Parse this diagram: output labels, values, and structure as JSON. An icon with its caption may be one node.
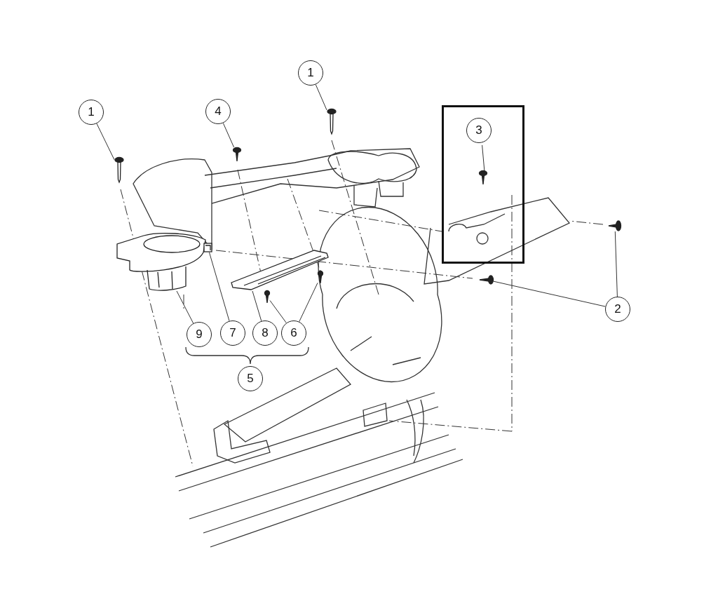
{
  "diagram": {
    "nodes": [
      {
        "text": [
          "1"
        ]
      },
      {
        "text": [
          "1"
        ]
      },
      {
        "text": [
          "4"
        ]
      },
      {
        "text": [],
        "shape": "box"
      },
      {
        "text": [
          "3"
        ],
        "in": 3
      },
      {
        "text": [
          "2"
        ]
      },
      {
        "text": [
          "9"
        ]
      },
      {
        "text": [
          "7"
        ]
      },
      {
        "text": [
          "8"
        ]
      },
      {
        "text": [
          "6"
        ]
      },
      {
        "text": [
          "5"
        ]
      },
      {
        "text": [],
        "shape": "picture"
      },
      {
        "text": [],
        "shape": "picture"
      },
      {
        "text": [],
        "shape": "picture"
      },
      {
        "text": [],
        "shape": "picture",
        "in": 3
      },
      {
        "text": [],
        "shape": "picture"
      },
      {
        "text": [],
        "shape": "picture"
      },
      {
        "text": [],
        "shape": "picture"
      },
      {
        "text": [],
        "shape": "picture"
      },
      {
        "text": [],
        "shape": "picture"
      },
      {
        "text": [],
        "shape": "picture"
      },
      {
        "text": [],
        "shape": "picture"
      }
    ],
    "edges": [
      {
        "from": 0,
        "to": 11,
        "arrow": "none"
      },
      {
        "from": 1,
        "to": 12,
        "arrow": "none"
      },
      {
        "from": 2,
        "to": 13,
        "arrow": "none"
      },
      {
        "from": 4,
        "to": 14,
        "arrow": "none"
      },
      {
        "from": 5,
        "to": 15,
        "arrow": "none"
      },
      {
        "from": 5,
        "to": 16,
        "arrow": "none"
      },
      {
        "from": 6,
        "to": 17,
        "arrow": "none"
      },
      {
        "from": 7,
        "to": 18,
        "arrow": "none"
      },
      {
        "from": 8,
        "to": 19,
        "arrow": "none"
      },
      {
        "from": 9,
        "to": 20,
        "arrow": "none"
      },
      {
        "from": 9,
        "to": 21,
        "arrow": "none"
      }
    ]
  }
}
